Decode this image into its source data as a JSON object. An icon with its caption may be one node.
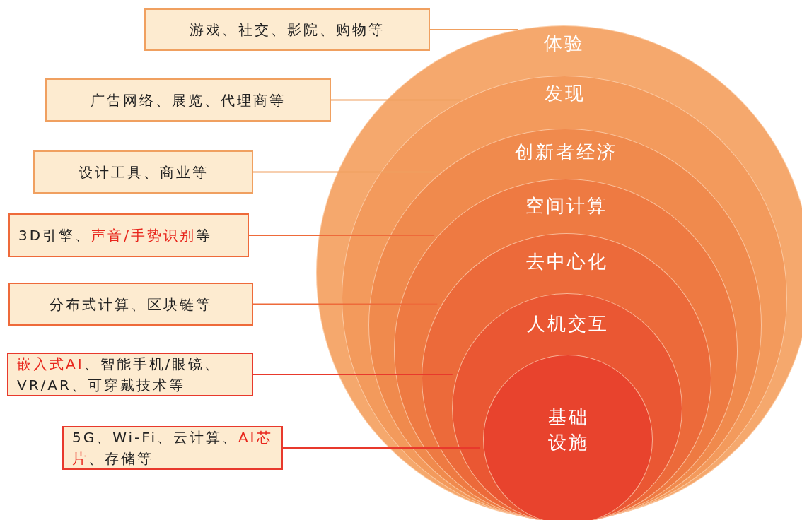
{
  "diagram": {
    "nodes": [
      {
        "text": [
          "体验"
        ]
      },
      {
        "text": [
          "发现"
        ],
        "in": 0
      },
      {
        "text": [
          "创新者经济"
        ],
        "in": 1
      },
      {
        "text": [
          "空间计算"
        ],
        "in": 2
      },
      {
        "text": [
          "去中心化"
        ],
        "in": 3
      },
      {
        "text": [
          "人机交互"
        ],
        "in": 4
      },
      {
        "text": [
          "基础设施"
        ],
        "in": 5
      },
      {
        "text": [
          "游戏、社交、影院、购物等"
        ]
      },
      {
        "text": [
          "广告网络、展览、代理商等"
        ]
      },
      {
        "text": [
          "设计工具、商业等"
        ]
      },
      {
        "text": [
          "3D引擎、",
          "声音/手势识别",
          "等"
        ]
      },
      {
        "text": [
          "分布式计算、区块链等"
        ]
      },
      {
        "text": [
          "嵌入式AI",
          "、智能手机/眼镜、VR/AR、可穿戴技术等"
        ]
      },
      {
        "text": [
          "5G、Wi-Fi、云计算、",
          "AI芯片",
          "、存储等"
        ]
      }
    ],
    "edges": [
      {
        "from": 7,
        "to": 0,
        "arrow": "none"
      },
      {
        "from": 8,
        "to": 1,
        "arrow": "none"
      },
      {
        "from": 9,
        "to": 2,
        "arrow": "none"
      },
      {
        "from": 10,
        "to": 3,
        "arrow": "none",
        "color": "#ee6a3a"
      },
      {
        "from": 11,
        "to": 4,
        "arrow": "none",
        "color": "#ee6a3a"
      },
      {
        "from": 12,
        "to": 5,
        "arrow": "none",
        "color": "#e8392c"
      },
      {
        "from": 13,
        "to": 6,
        "arrow": "none",
        "color": "#e8392c"
      }
    ]
  }
}
